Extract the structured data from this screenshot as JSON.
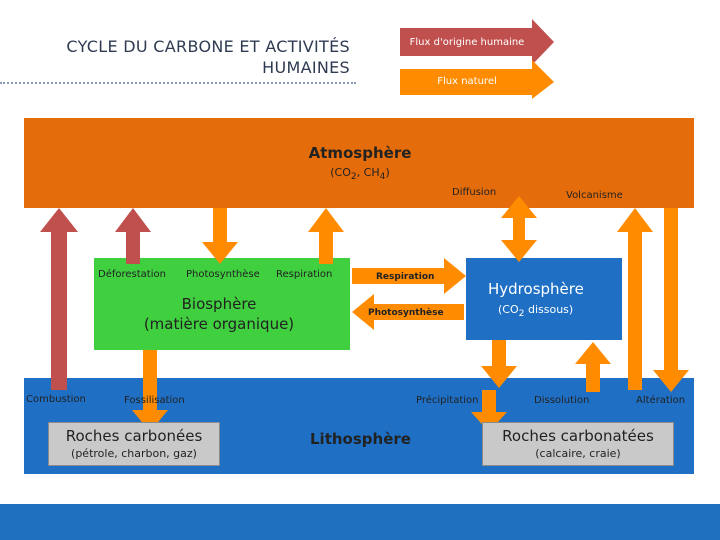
{
  "title": {
    "line1": "CYCLE DU CARBONE ET ACTIVITÉS",
    "line2": "HUMAINES"
  },
  "legend": {
    "human_flux": "Flux d'origine humaine",
    "natural_flux": "Flux naturel"
  },
  "colors": {
    "human_arrow": "#c0504d",
    "natural_arrow": "#ff8c00",
    "atmosphere": "#e46c0a",
    "lithosphere": "#1f6fc5",
    "biosphere": "#3fcf3f",
    "rock": "#c9c9c9"
  },
  "atmosphere": {
    "name": "Atmosphère",
    "gases_prefix": "(CO",
    "gases_sub1": "2",
    "gases_mid": ", CH",
    "gases_sub2": "4",
    "gases_suffix": ")"
  },
  "biosphere": {
    "line1": "Biosphère",
    "line2": "(matière organique)"
  },
  "hydrosphere": {
    "name": "Hydrosphère",
    "gas_prefix": "(CO",
    "gas_sub": "2",
    "gas_suffix": " dissous)"
  },
  "lithosphere": {
    "name": "Lithosphère"
  },
  "rocks": {
    "carbon": {
      "name": "Roches carbonées",
      "detail": "(pétrole, charbon, gaz)"
    },
    "carbonate": {
      "name": "Roches carbonatées",
      "detail": "(calcaire, craie)"
    }
  },
  "flows": {
    "deforestation": "Déforestation",
    "photosynthesis": "Photosynthèse",
    "respiration": "Respiration",
    "respiration_bold": "Respiration",
    "photosynthesis_bold": "Photosynthèse",
    "diffusion": "Diffusion",
    "volcanism": "Volcanisme",
    "combustion": "Combustion",
    "fossilisation": "Fossilisation",
    "precipitation": "Précipitation",
    "dissolution": "Dissolution",
    "alteration": "Altération"
  }
}
